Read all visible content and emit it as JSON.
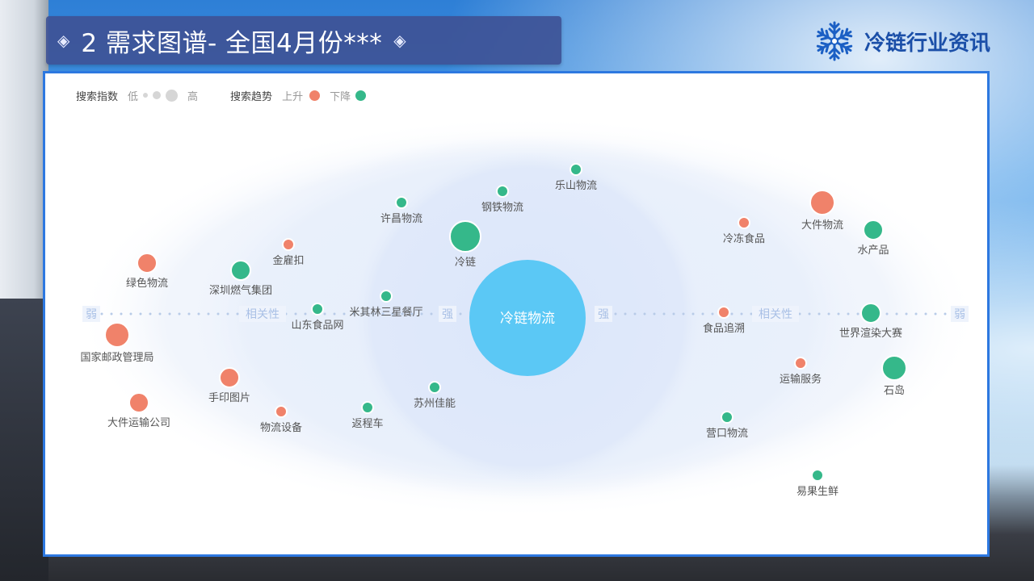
{
  "header": {
    "title": "2 需求图谱- 全国4月份***",
    "left_icon": "diamond-bullet-icon",
    "right_icon": "diamond-bullet-icon"
  },
  "brand": {
    "icon": "snowflake-icon",
    "name": "冷链行业资讯"
  },
  "legend": {
    "index_label": "搜索指数",
    "low": "低",
    "high": "高",
    "trend_label": "搜索趋势",
    "up": "上升",
    "down": "下降"
  },
  "colors": {
    "up": "#f0826a",
    "down": "#35b88a",
    "center": "#5bc8f5",
    "panel_border": "#2d78e0"
  },
  "axis": {
    "weak_left": "弱",
    "relevance_left": "相关性",
    "strong_left": "强",
    "strong_right": "强",
    "relevance_right": "相关性",
    "weak_right": "弱"
  },
  "chart_data": {
    "type": "bubble-relation-graph",
    "center": "冷链物流",
    "nodes": [
      {
        "name": "乐山物流",
        "trend": "down",
        "size": 1
      },
      {
        "name": "钢铁物流",
        "trend": "down",
        "size": 1
      },
      {
        "name": "许昌物流",
        "trend": "down",
        "size": 1
      },
      {
        "name": "冷链",
        "trend": "down",
        "size": 4
      },
      {
        "name": "金雇扣",
        "trend": "up",
        "size": 1
      },
      {
        "name": "深圳燃气集团",
        "trend": "down",
        "size": 2
      },
      {
        "name": "绿色物流",
        "trend": "up",
        "size": 2
      },
      {
        "name": "米其林三星餐厅",
        "trend": "down",
        "size": 1
      },
      {
        "name": "山东食品网",
        "trend": "down",
        "size": 1
      },
      {
        "name": "国家邮政管理局",
        "trend": "up",
        "size": 3
      },
      {
        "name": "手印图片",
        "trend": "up",
        "size": 2
      },
      {
        "name": "大件运输公司",
        "trend": "up",
        "size": 2
      },
      {
        "name": "物流设备",
        "trend": "up",
        "size": 1
      },
      {
        "name": "返程车",
        "trend": "down",
        "size": 1
      },
      {
        "name": "苏州佳能",
        "trend": "down",
        "size": 1
      },
      {
        "name": "冷冻食品",
        "trend": "up",
        "size": 1
      },
      {
        "name": "大件物流",
        "trend": "up",
        "size": 3
      },
      {
        "name": "水产品",
        "trend": "down",
        "size": 2
      },
      {
        "name": "食品追溯",
        "trend": "up",
        "size": 1
      },
      {
        "name": "世界渲染大赛",
        "trend": "down",
        "size": 2
      },
      {
        "name": "运输服务",
        "trend": "up",
        "size": 1
      },
      {
        "name": "石岛",
        "trend": "down",
        "size": 3
      },
      {
        "name": "营口物流",
        "trend": "down",
        "size": 1
      },
      {
        "name": "易果生鲜",
        "trend": "down",
        "size": 1
      }
    ]
  }
}
